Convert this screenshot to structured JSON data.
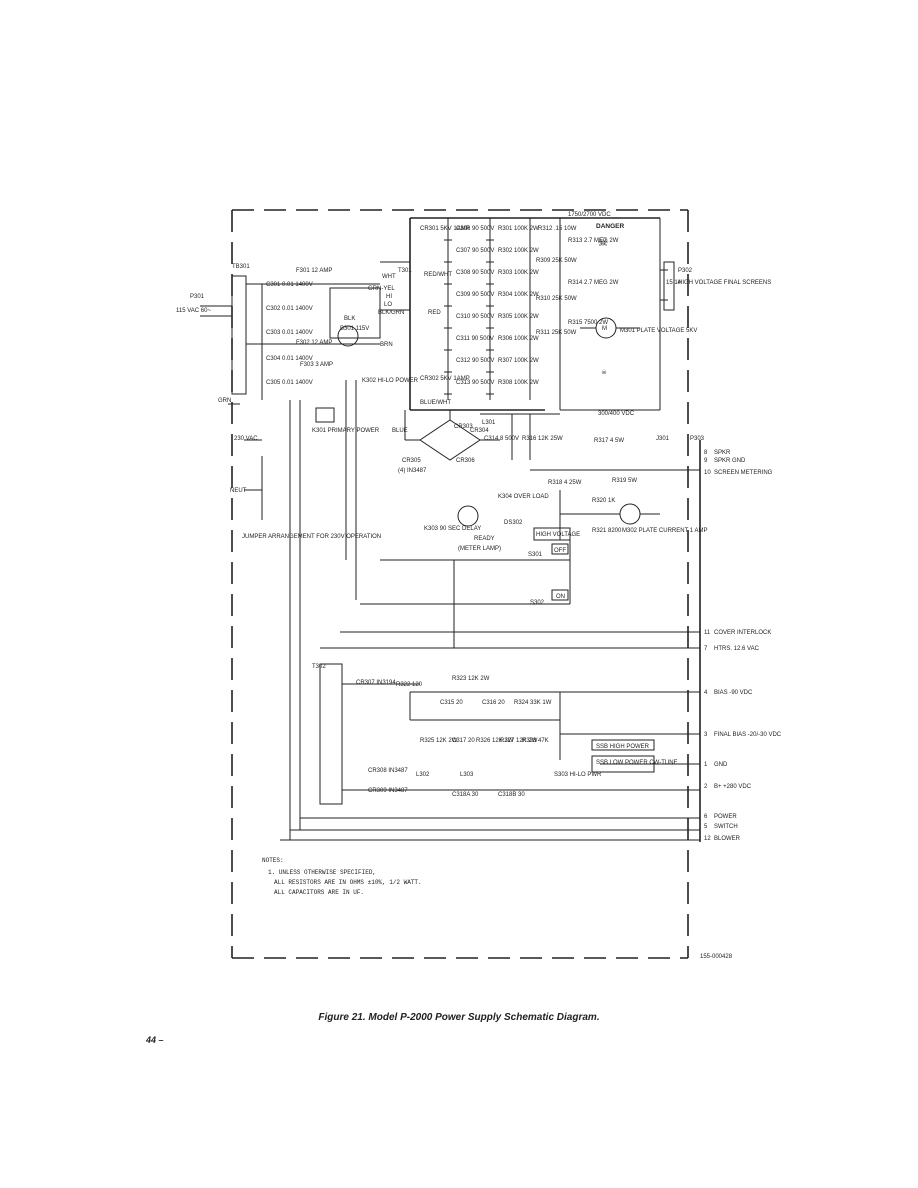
{
  "caption": "Figure 21.  Model P-2000 Power Supply Schematic Diagram.",
  "page_number": "44 –",
  "drawing_number": "155-000428",
  "notes": {
    "heading": "NOTES:",
    "line1": "1. UNLESS OTHERWISE SPECIFIED,",
    "line2": "ALL RESISTORS ARE IN OHMS ±10%, 1/2 WATT.",
    "line3": "ALL CAPACITORS ARE IN UF."
  },
  "labels": {
    "hv_top": "1750/2700 VDC",
    "danger": "DANGER",
    "hv_bottom": "300/400 VDC",
    "tb301": "TB301",
    "p301": "P301",
    "ac_in": "115 VAC 60~",
    "grn": "GRN",
    "f301": "F301 12 AMP",
    "f302": "F302 12 AMP",
    "f303": "F303 3 AMP",
    "t301": "T301",
    "wht": "WHT",
    "grn_yel": "GRN-YEL",
    "hi": "HI",
    "lo": "LO",
    "blk_grn": "BLK/GRN",
    "red_wht": "RED/WHT",
    "red": "RED",
    "blk": "BLK",
    "brn": "BRN",
    "b301": "B301 115V",
    "k302": "K302 HI-LO POWER",
    "k301": "K301 PRIMARY POWER",
    "c301": "C301 0.01 1400V",
    "c302": "C302 0.01 1400V",
    "c303": "C303 0.01 1400V",
    "c304": "C304 0.01 1400V",
    "c305": "C305 0.01 1400V",
    "cr301": "CR301 5KV 1AMP",
    "cr302": "CR302 5KV 1AMP",
    "c306": "C306 90 500V",
    "c307": "C307 90 500V",
    "c308": "C308 90 500V",
    "c309": "C309 90 500V",
    "c310": "C310 90 500V",
    "c311": "C311 90 500V",
    "c312": "C312 90 500V",
    "c313": "C313 90 500V",
    "r301": "R301 100K 2W",
    "r302": "R302 100K 2W",
    "r303": "R303 100K 2W",
    "r304": "R304 100K 2W",
    "r305": "R305 100K 2W",
    "r306": "R306 100K 2W",
    "r307": "R307 100K 2W",
    "r308": "R308 100K 2W",
    "r312": "R312 .15 10W",
    "r309": "R309 25K 50W",
    "r310": "R310 25K 50W",
    "r311": "R311 25K 50W",
    "r313": "R313 2.7 MEG 2W",
    "r314": "R314 2.7 MEG 2W",
    "r315": "R315 7500 2W",
    "m301": "M301 PLATE VOLTAGE 5KV",
    "p302": "P302",
    "p302_pins": "15 14",
    "p302_desc": "HIGH VOLTAGE FINAL SCREENS",
    "blue_wht": "BLUE/WHT",
    "blue": "BLUE",
    "cr303": "CR303",
    "cr304": "CR304",
    "cr305": "CR305",
    "cr306": "CR306",
    "bridge": "(4) IN3487",
    "l301": "L301",
    "c314": "C314 8 500V",
    "r316": "R316 12K 25W",
    "r317": "R317 4 5W",
    "j301": "J301",
    "p303": "P303",
    "r318": "R318 4 25W",
    "r319": "R319 5W",
    "k304": "K304 OVER LOAD",
    "r320": "R320 1K",
    "r321": "R321 8200",
    "m302": "M302 PLATE CURRENT 1 AMP",
    "k303": "K303 90 SEC DELAY",
    "ready": "READY",
    "meter_lamp": "(METER LAMP)",
    "ds302": "DS302",
    "high_voltage": "HIGH VOLTAGE",
    "s301": "S301",
    "off": "OFF",
    "s302": "S302",
    "on": "ON",
    "ac_230": "230 VAC",
    "neut": "NEUT",
    "jumper": "JUMPER ARRANGEMENT FOR 230V OPERATION",
    "t302": "T302",
    "cr307": "CR307 IN3194",
    "r322": "R322 120",
    "r323": "R323 12K 2W",
    "c315": "C315 20",
    "c316": "C316 20",
    "r324": "R324 33K 1W",
    "r325": "R325 12K 2W",
    "c317": "C317 20",
    "r326": "R326 12K 2W",
    "r327": "R327 12K 2W",
    "r328": "R328 47K",
    "ssb_high": "SSB HIGH POWER",
    "ssb_low": "SSB LOW POWER CW-TUNE",
    "s303": "S303 HI-LO PWR",
    "cr308": "CR308 IN3487",
    "cr309": "CR309 IN3487",
    "l302": "L302",
    "l303": "L303",
    "c318a": "C318A 30",
    "c318b": "C318B 30",
    "connector": [
      {
        "pin": "8",
        "label": "SPKR"
      },
      {
        "pin": "9",
        "label": "SPKR GND"
      },
      {
        "pin": "10",
        "label": "SCREEN METERING"
      },
      {
        "pin": "11",
        "label": "COVER INTERLOCK"
      },
      {
        "pin": "7",
        "label": "HTRS. 12.6 VAC"
      },
      {
        "pin": "4",
        "label": "BIAS -90 VDC"
      },
      {
        "pin": "3",
        "label": "FINAL BIAS -20/-30 VDC"
      },
      {
        "pin": "1",
        "label": "GND"
      },
      {
        "pin": "2",
        "label": "B+ +280 VDC"
      },
      {
        "pin": "6",
        "label": "POWER"
      },
      {
        "pin": "5",
        "label": "SWITCH"
      },
      {
        "pin": "12",
        "label": "BLOWER"
      }
    ]
  }
}
